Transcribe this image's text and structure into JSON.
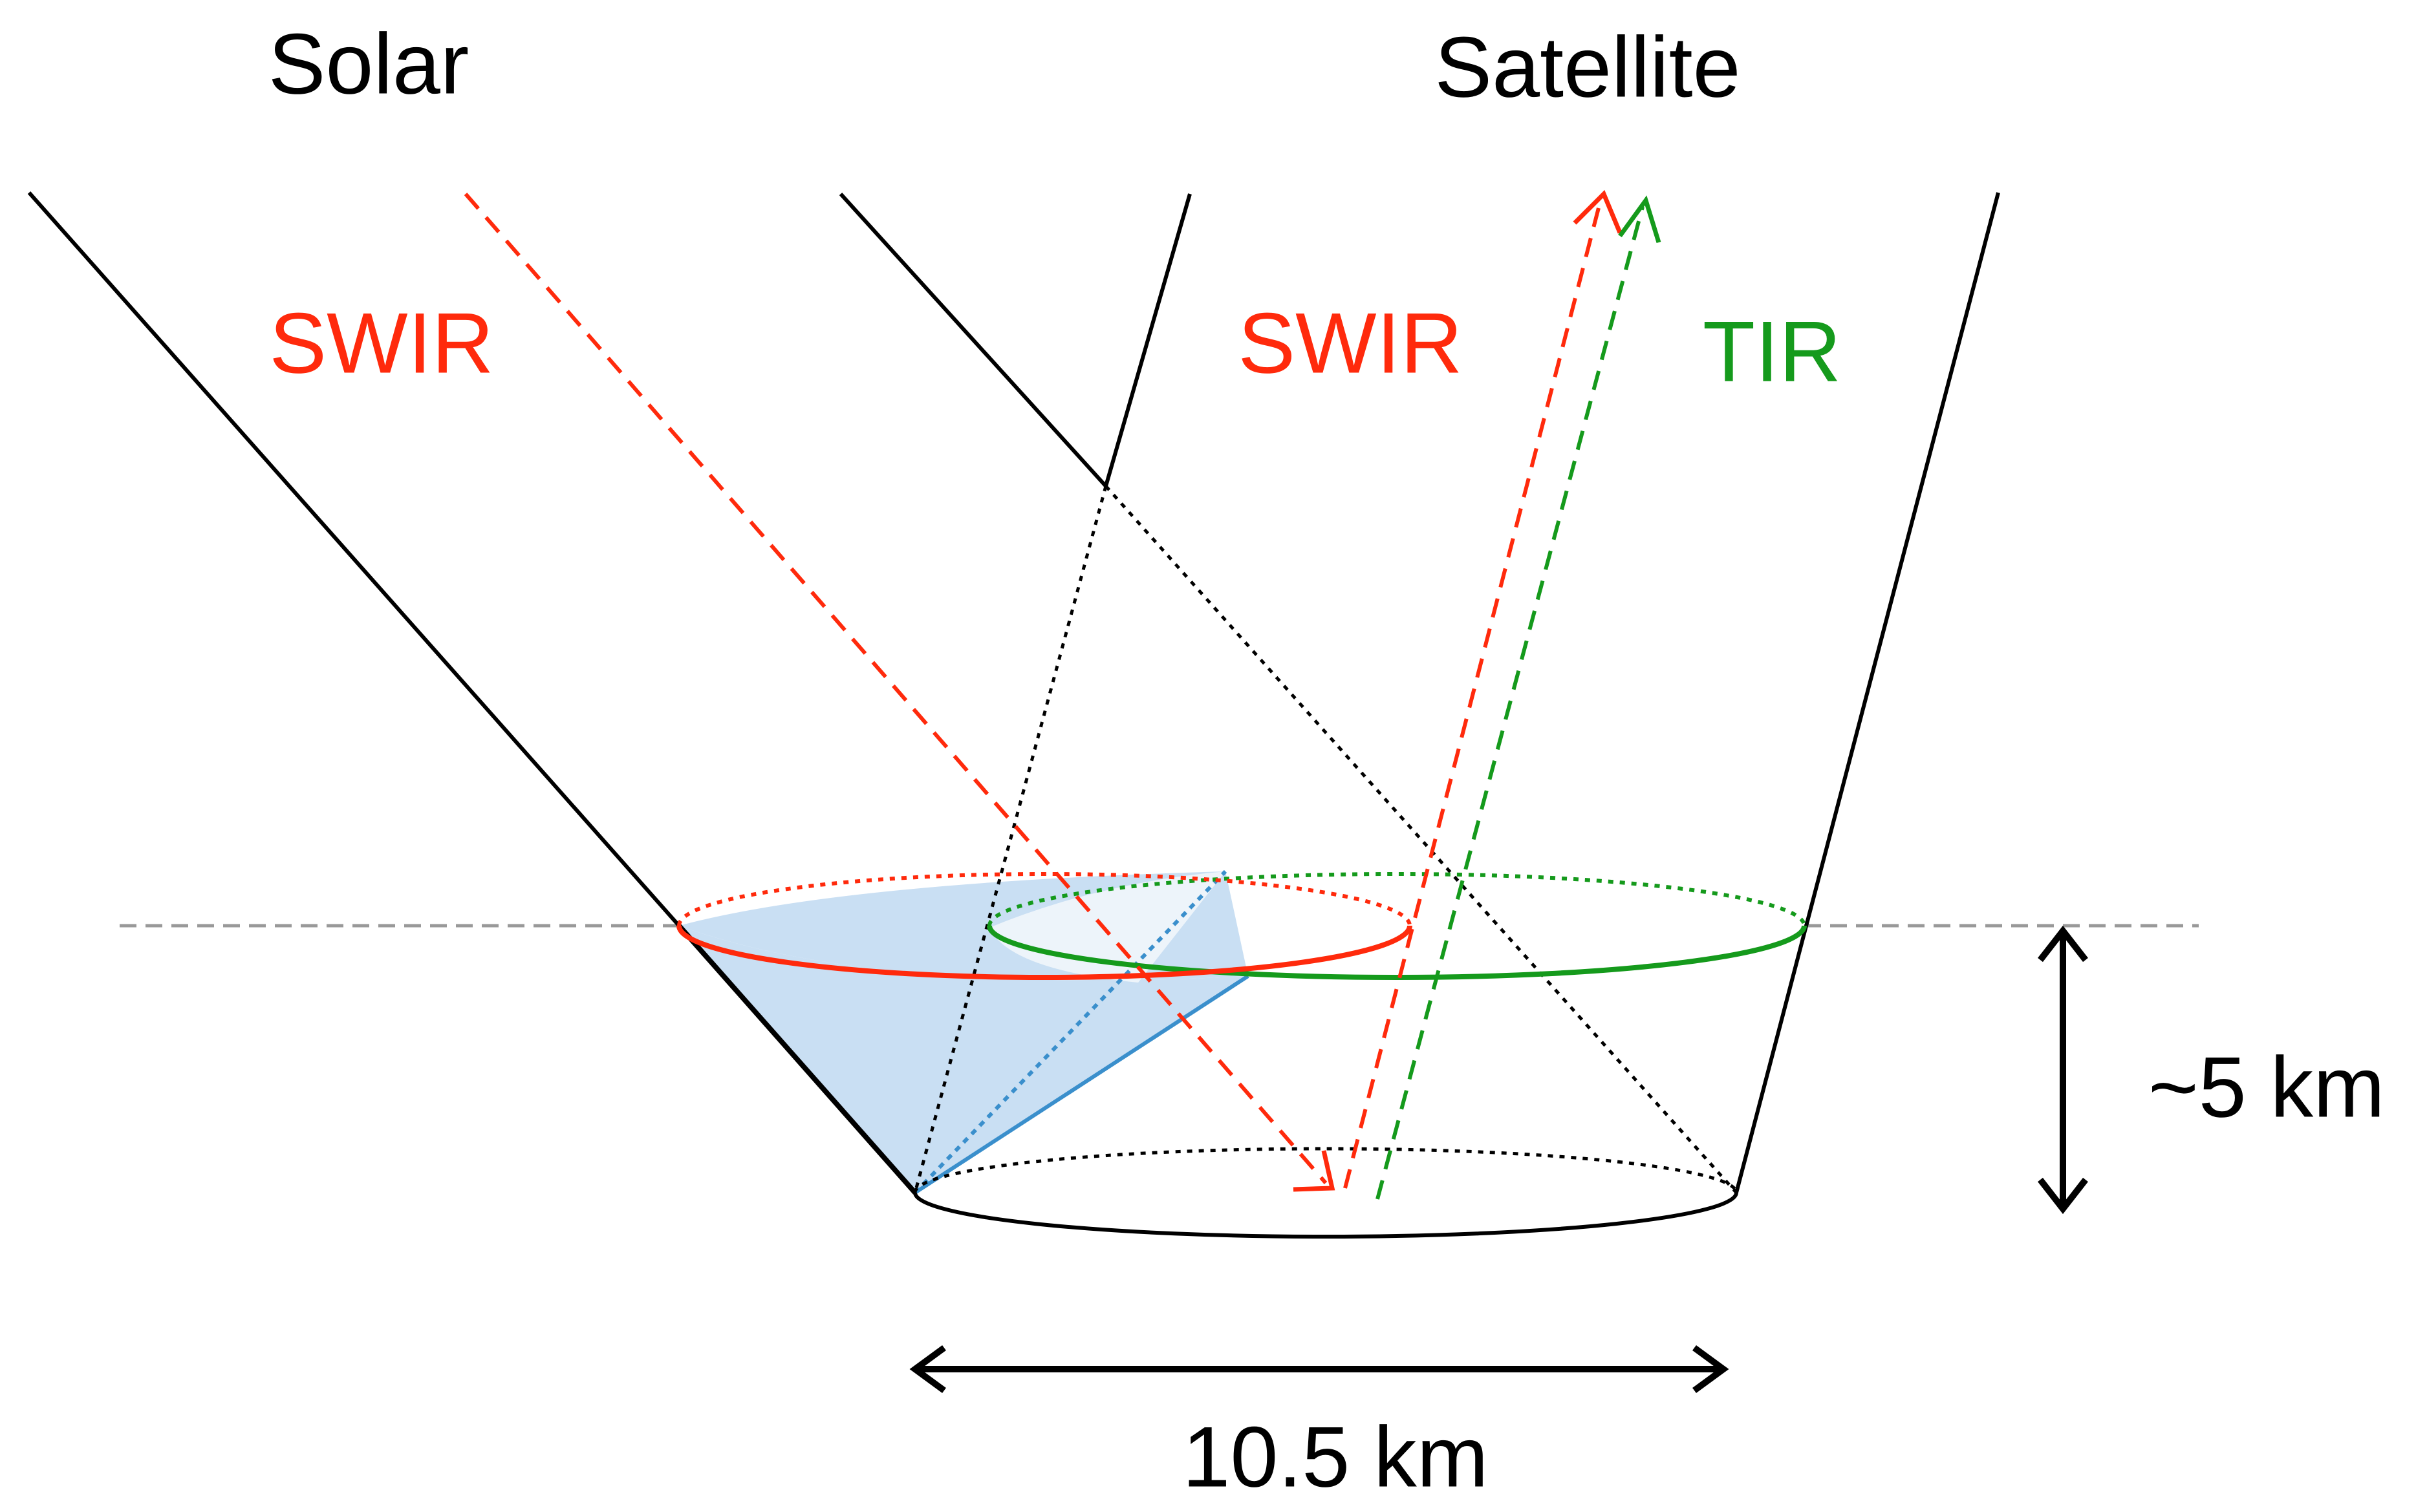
{
  "labels": {
    "solar": "Solar",
    "satellite": "Satellite",
    "swir_incoming": "SWIR",
    "swir_outgoing": "SWIR",
    "tir": "TIR",
    "depth": "~5 km",
    "width": "10.5 km"
  },
  "colors": {
    "text": "#000000",
    "swir": "#ff2a0c",
    "tir": "#159a1c",
    "shade_fill": "#c9dff3",
    "shade_light": "#edf4fa",
    "shade_edge": "#3a8fcc",
    "reference_line": "#999999",
    "outline": "#000000"
  },
  "icons": [
    "double-arrow-vertical-icon",
    "double-arrow-horizontal-icon"
  ]
}
